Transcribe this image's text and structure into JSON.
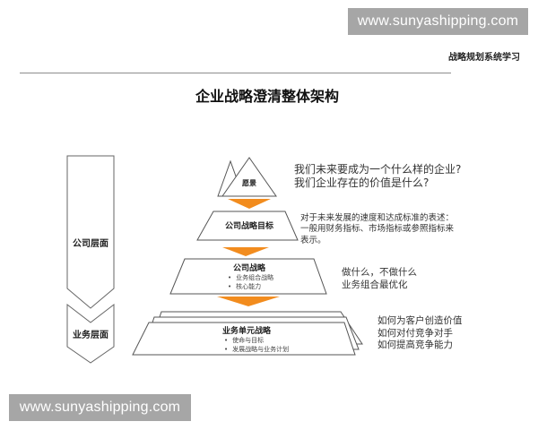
{
  "watermarks": {
    "top": "www.sunyashipping.com",
    "bottom": "www.sunyashipping.com"
  },
  "header": {
    "tag": "战略规划系统学习"
  },
  "title": "企业战略澄清整体架构",
  "levels": {
    "corporate": "公司层面",
    "business": "业务层面"
  },
  "pyramid": {
    "vision": {
      "label": "愿景",
      "description": [
        "我们未来要成为一个什么样的企业?",
        "我们企业存在的价值是什么?"
      ]
    },
    "goal": {
      "label": "公司战略目标",
      "description": [
        "对于未来发展的速度和达成标准的表述：",
        "一般用财务指标、市场指标或参照指标来",
        "表示。"
      ]
    },
    "corporate_strategy": {
      "label": "公司战略",
      "bullets": [
        "业务组合战略",
        "核心能力"
      ],
      "description": [
        "做什么，不做什么",
        "业务组合最优化"
      ]
    },
    "business_unit_strategy": {
      "label": "业务单元战略",
      "bullets": [
        "使命与目标",
        "发展战略与业务计划"
      ],
      "description": [
        "如何为客户创造价值",
        "如何对付竞争对手",
        "如何提高竞争能力"
      ]
    }
  },
  "colors": {
    "arrow_orange": "#f28c1e",
    "outline": "#555555",
    "watermark_bg": "#a6a6a6",
    "rule": "#8c8c8c"
  }
}
